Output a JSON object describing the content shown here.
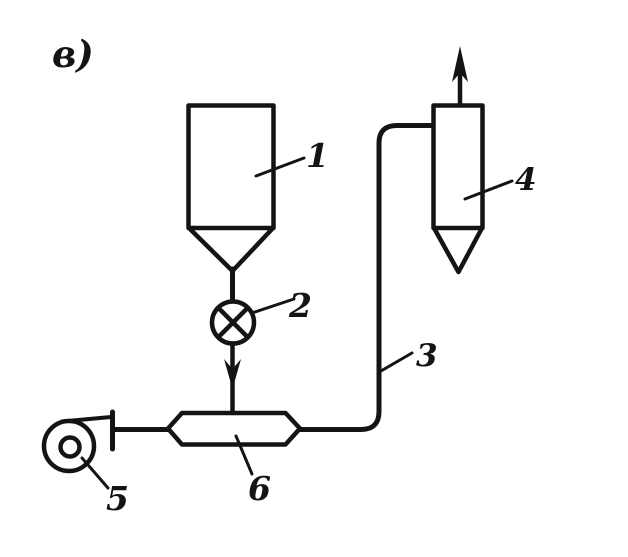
{
  "figure": {
    "variant_label": "в)"
  },
  "colors": {
    "ink": "#141414",
    "paper": "#ffffff"
  },
  "callouts": [
    {
      "id": "hopper",
      "number": "1"
    },
    {
      "id": "feeder-valve",
      "number": "2"
    },
    {
      "id": "riser-pipe",
      "number": "3"
    },
    {
      "id": "cyclone-separator",
      "number": "4"
    },
    {
      "id": "blower",
      "number": "5"
    },
    {
      "id": "mixing-chamber",
      "number": "6"
    }
  ]
}
